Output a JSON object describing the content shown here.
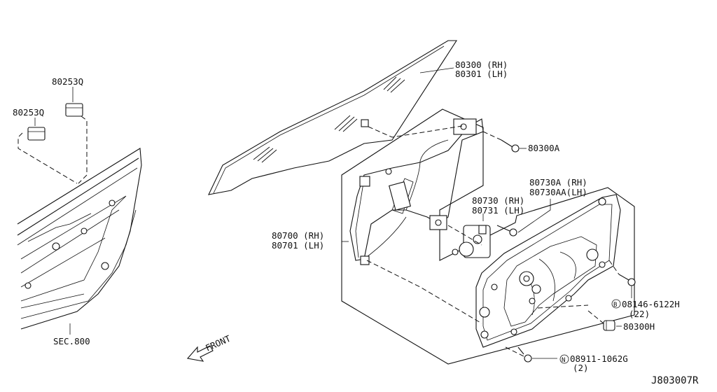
{
  "labels": {
    "glass": [
      "80300 (RH)",
      "80301 (LH)"
    ],
    "clip_a": "80253Q",
    "clip_b": "80253Q",
    "sec": "SEC.800",
    "bolt_a": "80300A",
    "screw_upper": [
      "80730A  (RH)",
      "80730AA(LH)"
    ],
    "motor": [
      "80730 (RH)",
      "80731 (LH)"
    ],
    "regulator": [
      "80700 (RH)",
      "80701 (LH)"
    ],
    "bolt_b": [
      "08146-6122H",
      "(22)"
    ],
    "bolt_b_marker": "B",
    "grommet": "80300H",
    "nut": [
      "08911-1062G",
      "(2)"
    ],
    "nut_marker": "N",
    "front": "FRONT",
    "code": "J803007R"
  },
  "icons": {
    "front_arrow": "front-arrow-icon",
    "b_marker": "b-circle-icon",
    "n_marker": "n-circle-icon"
  }
}
